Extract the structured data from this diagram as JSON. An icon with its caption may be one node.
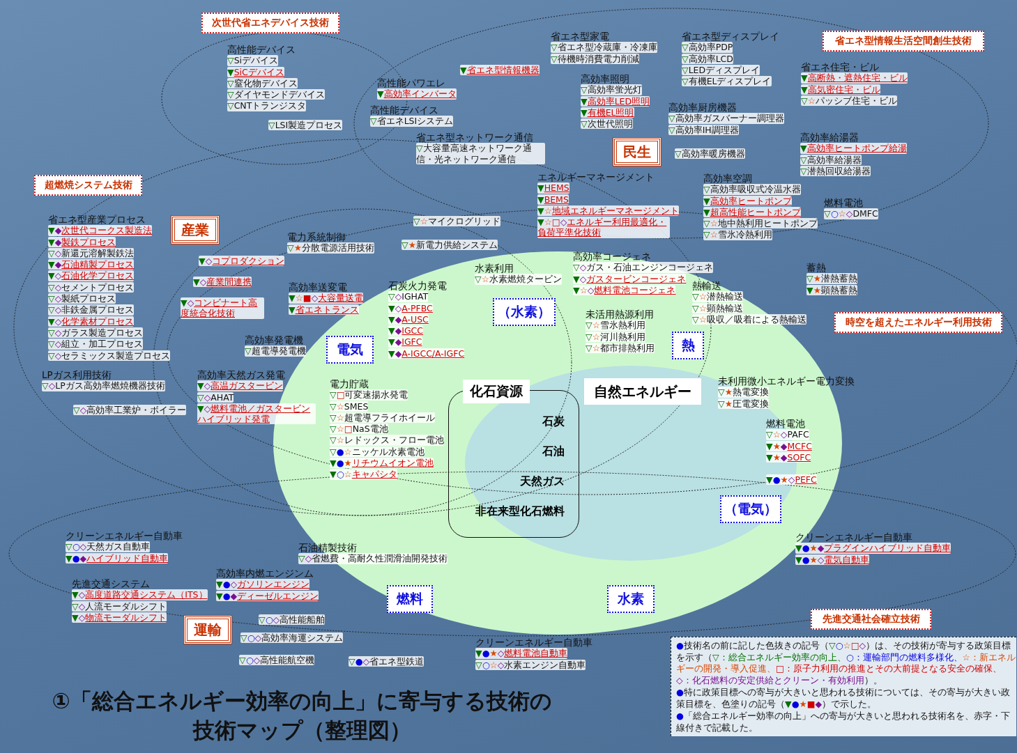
{
  "diagram": {
    "title": "①「総合エネルギー効率の向上」に寄与する技術の技術マップ（整理図）",
    "nodes": [
      {
        "text": [
          "次世代省エネデバイス技術"
        ]
      },
      {
        "text": [
          "省エネ型情報生活空間創生技術"
        ]
      },
      {
        "text": [
          "超燃焼システム技術"
        ]
      },
      {
        "text": [
          "時空を超えたエネルギー利用技術"
        ]
      },
      {
        "text": [
          "先進交通社会確立技術"
        ]
      },
      {
        "text": [
          "産業"
        ]
      },
      {
        "text": [
          "民生"
        ]
      },
      {
        "text": [
          "運輸"
        ]
      },
      {
        "text": [
          "電気"
        ]
      },
      {
        "text": [
          "（水素）"
        ]
      },
      {
        "text": [
          "熱"
        ]
      },
      {
        "text": [
          "燃料"
        ]
      },
      {
        "text": [
          "水素"
        ]
      },
      {
        "text": [
          "（電気）"
        ]
      },
      {
        "text": [
          "化石資源",
          "石炭",
          "石油",
          "天然ガス",
          "非在来型化石燃料"
        ]
      },
      {
        "text": [
          "自然エネルギー"
        ]
      }
    ],
    "labels": [
      "高性能デバイス",
      "▽Siデバイス",
      "▼SiCデバイス",
      "▽窒化物デバイス",
      "▽ダイヤモンドデバイス",
      "▽CNTトランジスタ",
      "▽LSI製造プロセス",
      "▼省エネ型情報機器",
      "高性能パワエレ",
      "▼高効率インバータ",
      "高性能デバイス",
      "▽省エネLSIシステム",
      "省エネ型ネットワーク通信",
      "▽大容量高速ネットワーク通信・光ネットワーク通信",
      "省エネ型家電",
      "▽省エネ型冷蔵庫・冷凍庫",
      "▽待機時消費電力削減",
      "高効率照明",
      "▽高効率蛍光灯",
      "▼高効率LED照明",
      "▼有機EL照明",
      "▽次世代照明",
      "省エネ型ディスプレイ",
      "▽高効率PDP",
      "▽高効率LCD",
      "▽LEDディスプレイ",
      "▽有機ELディスプレイ",
      "高効率厨房機器",
      "▽高効率ガスバーナー調理器",
      "▽高効率IH調理器",
      "▽高効率暖房機器",
      "省エネ住宅・ビル",
      "▼高断熱・遮熱住宅・ビル",
      "▼高気密住宅・ビル",
      "▽☆パッシブ住宅・ビル",
      "高効率給湯器",
      "▼高効率ヒートポンプ給湯",
      "▽高効率給湯器",
      "▽潜熱回収給湯器",
      "エネルギーマネージメント",
      "▼HEMS",
      "▼BEMS",
      "▼☆地域エネルギーマネージメント",
      "▼☆□◇エネルギー利用最適化・負荷平準化技術",
      "高効率空調",
      "▽高効率吸収式冷温水器",
      "▼高効率ヒートポンプ",
      "▼超高性能ヒートポンプ",
      "▽☆地中熱利用ヒートポンプ",
      "▽☆雪氷冷熱利用",
      "燃料電池",
      "▽○☆◇DMFC",
      "省エネ型産業プロセス",
      "▼◆次世代コークス製造法",
      "▼◆製鉄プロセス",
      "▽◇新還元溶解製鉄法",
      "▼◆石油精製プロセス",
      "▼◇石油化学プロセス",
      "▽◇セメントプロセス",
      "▽◇製紙プロセス",
      "▽◇非鉄金属プロセス",
      "▼◇化学素材プロセス",
      "▽◇ガラス製造プロセス",
      "▽◇組立・加工プロセス",
      "▽◇セラミックス製造プロセス",
      "LPガス利用技術",
      "▽◇LPガス高効率燃焼機器技術",
      "▽◇高効率工業炉・ボイラー",
      "▼◇コプロダクション",
      "▼◇産業間連携",
      "▼◇コンビナート高度統合化技術",
      "▽☆マイクログリッド",
      "電力系統制御",
      "▽★分散電源活用技術",
      "▽★新電力供給システム",
      "高効率送変電",
      "▼☆■◇大容量送電",
      "▼省エネトランス",
      "高効率発電機",
      "▽超電導発電機",
      "石炭火力発電",
      "▽◇IGHAT",
      "▼◇A-PFBC",
      "▼◆A-USC",
      "▼◆IGCC",
      "▼◆IGFC",
      "▼◆A-IGCC/A-IGFC",
      "高効率天然ガス発電",
      "▼◇高温ガスタービン",
      "▽◇AHAT",
      "▼◇燃料電池／ガスタービンハイブリッド発電",
      "電力貯蔵",
      "▽□可変速揚水発電",
      "▽☆SMES",
      "▽☆超電導フライホイール",
      "▽☆□NaS電池",
      "▽☆レドックス・フロー電池",
      "▽●☆ニッケル水素電池",
      "▼●★リチウムイオン電池",
      "▼○☆キャパシタ",
      "水素利用",
      "▽☆水素燃焼タービン",
      "高効率コージェネ",
      "▽◇ガス・石油エンジンコージェネ",
      "▼◇ガスタービンコージェネ",
      "▼☆◇燃料電池コージェネ",
      "熱輸送",
      "▽☆潜熱輸送",
      "▽☆顕熱輸送",
      "▽☆吸収／吸着による熱輸送",
      "蓄熱",
      "▽★潜熱蓄熱",
      "▼★顕熱蓄熱",
      "未活用熱源利用",
      "▽☆雪氷熱利用",
      "▽☆河川熱利用",
      "▽☆都市排熱利用",
      "未利用微小エネルギー電力変換",
      "▽★熱電変換",
      "▽★圧電変換",
      "燃料電池",
      "▽☆◇PAFC",
      "▼★◆MCFC",
      "▼★◆SOFC",
      "▼●★◇PEFC",
      "クリーンエネルギー自動車",
      "▽○◇天然ガス自動車",
      "▼●◆ハイブリッド自動車",
      "先進交通システム",
      "▼◇高度道路交通システム（ITS）",
      "▽◇人流モーダルシフト",
      "▼◇物流モーダルシフト",
      "石油精製技術",
      "▽◇省燃費・高耐久性潤滑油開発技術",
      "高効率内燃エンジンム",
      "▼●◇ガソリンエンジン",
      "▼●◆ディーゼルエンジン",
      "▽○◇高性能船舶",
      "▽○◇高効率海運システム",
      "▽○◇高性能航空機",
      "▽●◇省エネ型鉄道",
      "クリーンエネルギー自動車",
      "▼●★◇燃料電池自動車",
      "▽○☆◇水素エンジン自動車",
      "クリーンエネルギー自動車",
      "▼●★◆プラグインハイブリッド自動車",
      "▼●★◇電気自動車",
      "●技術名の前に記した色抜きの記号（▽○☆□◇）は、その技術が寄与する政策目標を示す（▽：総合エネルギー効率の向上、○：運輸部門の燃料多様化、☆：新エネルギーの開発・導入促進、□：原子力利用の推進とその大前提となる安全の確保、◇：化石燃料の安定供給とクリーン・有効利用）。",
      "●特に政策目標への寄与が大きいと思われる技術については、その寄与が大きい政策目標を、色塗りの記号（▼●★■◆）で示した。",
      "●「総合エネルギー効率の向上」への寄与が大きいと思われる技術名を、赤字・下線付きで記載した。"
    ]
  }
}
